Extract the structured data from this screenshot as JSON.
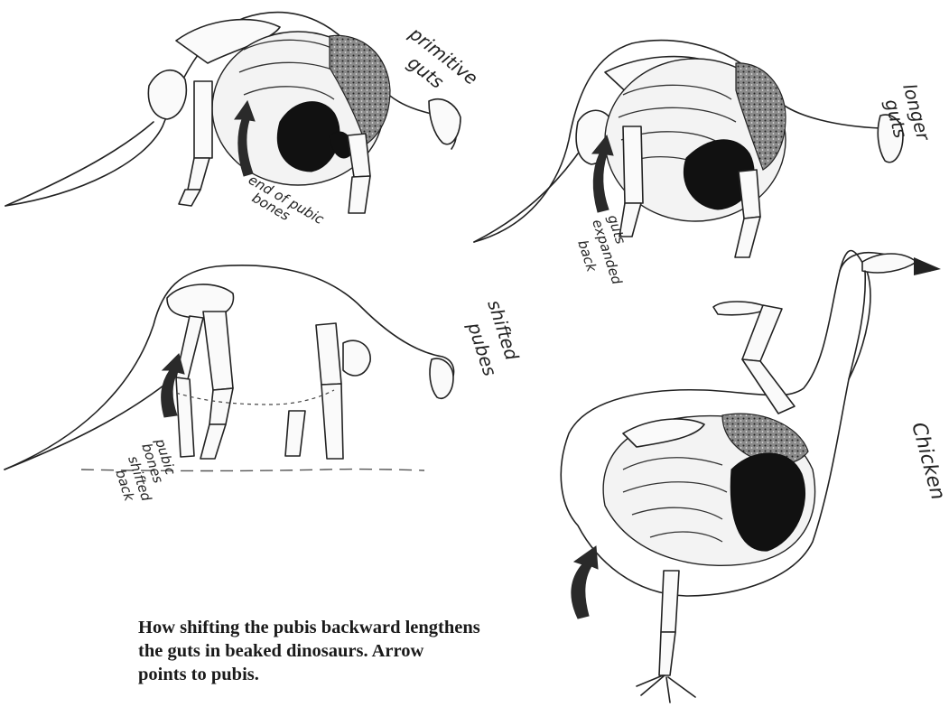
{
  "labels": {
    "primitive_guts": [
      "primitive",
      "guts"
    ],
    "end_of_pubic_bones": [
      "end of pubic",
      "bones"
    ],
    "longer_guts": [
      "longer",
      "guts"
    ],
    "guts_expanded_back": [
      "guts",
      "expanded",
      "back"
    ],
    "shifted_pubes": [
      "shifted",
      "pubes"
    ],
    "pubic_bones_shifted_back": [
      "pubic",
      "bones",
      "shifted",
      "back"
    ],
    "chicken": "Chicken"
  },
  "caption": "How shifting the pubis backward lengthens\nthe guts in beaked dinosaurs. Arrow\npoints to pubis."
}
